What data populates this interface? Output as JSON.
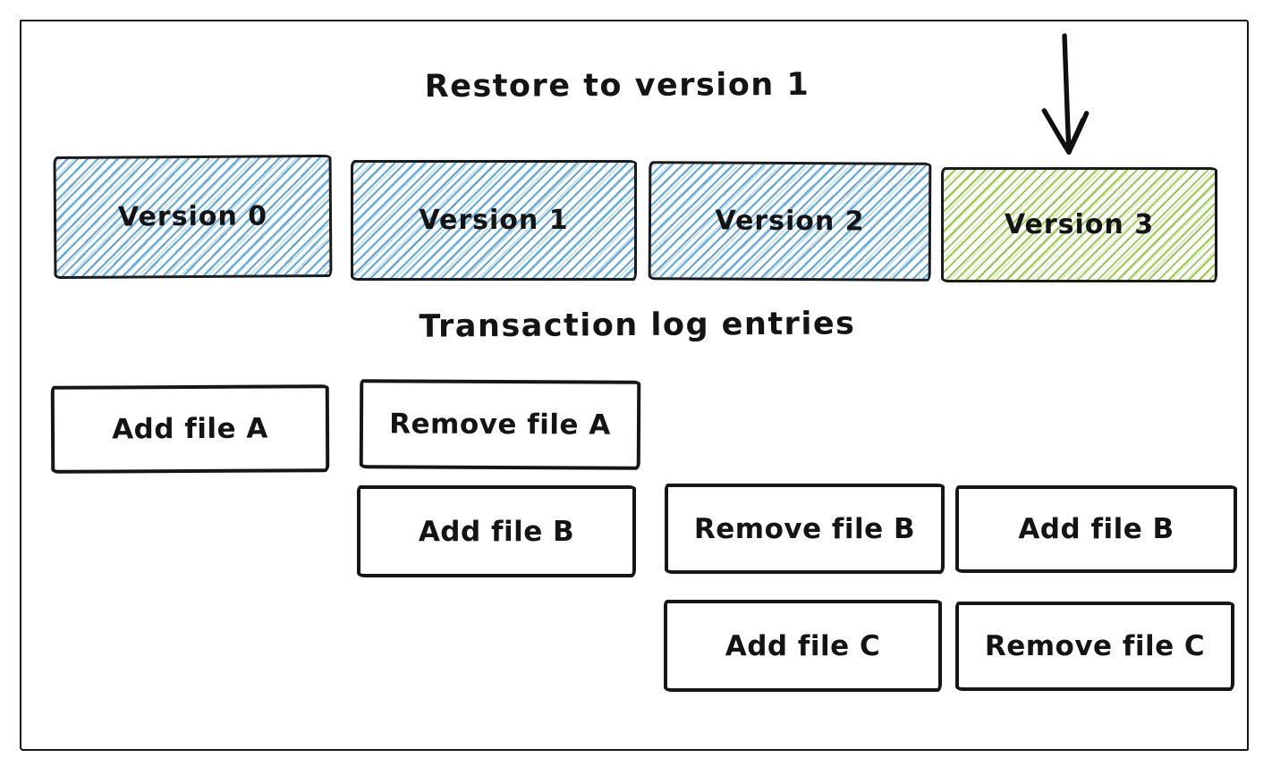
{
  "diagram": {
    "title": "Restore to version 1",
    "subtitle": "Transaction log entries",
    "versions": [
      {
        "label": "Version 0",
        "fill_style": "blue-hachure",
        "fill_color": "#4d9edc"
      },
      {
        "label": "Version 1",
        "fill_style": "blue-hachure",
        "fill_color": "#4d9edc"
      },
      {
        "label": "Version 2",
        "fill_style": "blue-hachure",
        "fill_color": "#4d9edc"
      },
      {
        "label": "Version 3",
        "fill_style": "green-hachure",
        "fill_color": "#85c32d",
        "annotation": "down-arrow-icon"
      }
    ],
    "log_entries": [
      {
        "label": "Add file A",
        "column": "version-0",
        "row": 1
      },
      {
        "label": "Remove file A",
        "column": "version-1",
        "row": 1
      },
      {
        "label": "Add file B",
        "column": "version-1",
        "row": 2
      },
      {
        "label": "Remove file B",
        "column": "version-2",
        "row": 2
      },
      {
        "label": "Add file B",
        "column": "version-3",
        "row": 2
      },
      {
        "label": "Add file C",
        "column": "version-2",
        "row": 3
      },
      {
        "label": "Remove file C",
        "column": "version-3",
        "row": 3
      }
    ],
    "colors": {
      "blue_hatch": "#4d9edc",
      "green_hatch": "#85c32d",
      "stroke": "#161616",
      "background": "#ffffff"
    }
  }
}
